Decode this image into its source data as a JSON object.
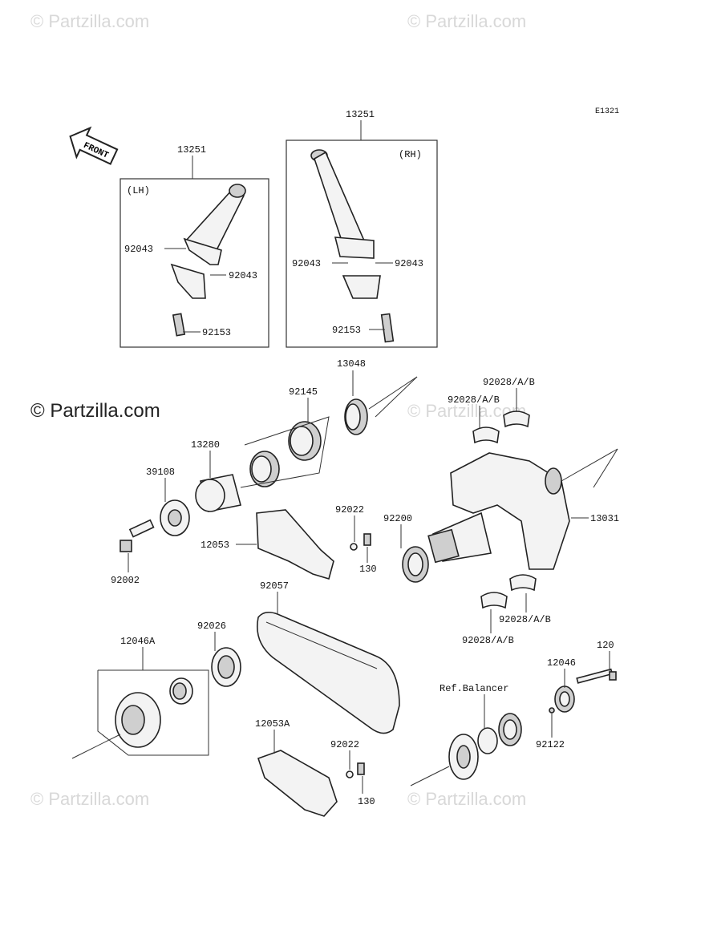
{
  "watermarks": {
    "top_left": "© Partzilla.com",
    "top_right": "© Partzilla.com",
    "mid_left": "© Partzilla.com",
    "mid_right": "© Partzilla.com",
    "bottom_left": "© Partzilla.com",
    "bottom_right": "© Partzilla.com"
  },
  "diagram_code": "E1321",
  "front_arrow": "FRONT",
  "boxes": {
    "lh": {
      "title": "13251",
      "tag": "(LH)"
    },
    "rh": {
      "title": "13251",
      "tag": "(RH)"
    }
  },
  "labels": {
    "lh_92043_a": "92043",
    "lh_92043_b": "92043",
    "lh_92153": "92153",
    "rh_92043_a": "92043",
    "rh_92043_b": "92043",
    "rh_92153": "92153",
    "p13048": "13048",
    "p92145": "92145",
    "p13280": "13280",
    "p39108": "39108",
    "p92002": "92002",
    "p12053": "12053",
    "p92022_a": "92022",
    "p130_a": "130",
    "p92200": "92200",
    "p92028_top1": "92028/A/B",
    "p92028_top2": "92028/A/B",
    "p13031": "13031",
    "p92028_bot1": "92028/A/B",
    "p92028_bot2": "92028/A/B",
    "p92057": "92057",
    "p92026": "92026",
    "p12046A": "12046A",
    "p12053A": "12053A",
    "p92022_b": "92022",
    "p130_b": "130",
    "p120": "120",
    "p12046": "12046",
    "p92122": "92122",
    "ref_balancer": "Ref.Balancer"
  }
}
